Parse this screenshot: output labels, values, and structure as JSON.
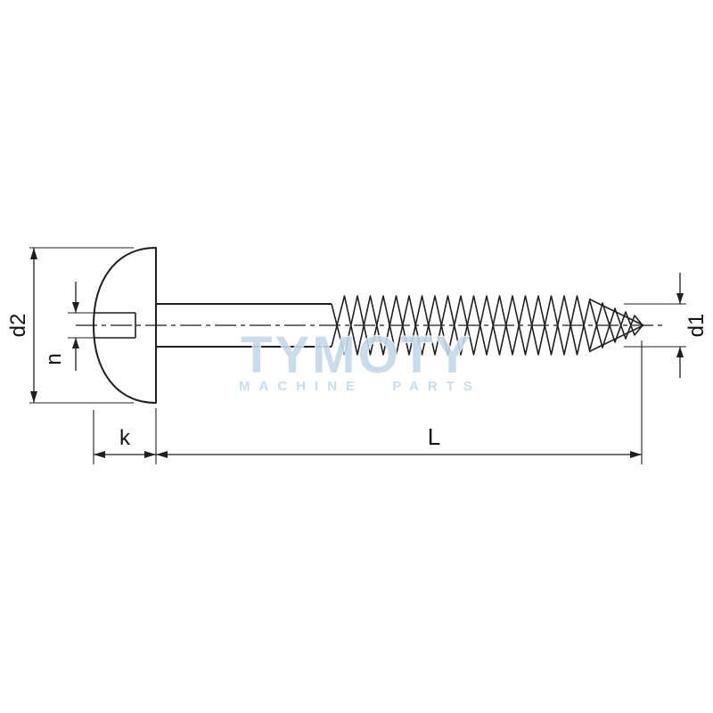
{
  "drawing": {
    "dimension_labels": {
      "d2": "d2",
      "n": "n",
      "k": "k",
      "L": "L",
      "d1": "d1"
    },
    "watermark": {
      "title": "TYMOTY",
      "subtitle": "MACHINE PARTS"
    },
    "colors": {
      "line": "#1f1f1f",
      "watermark": "#c4d9e9",
      "background": "#ffffff"
    }
  }
}
